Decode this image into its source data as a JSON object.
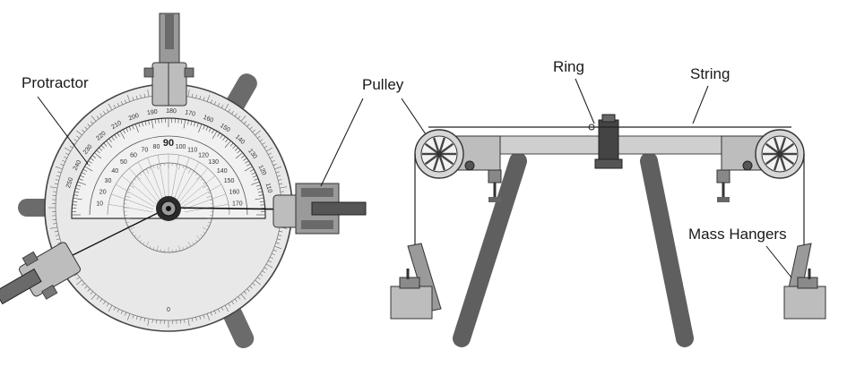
{
  "labels": {
    "protractor": "Protractor",
    "pulley": "Pulley",
    "ring": "Ring",
    "string": "String",
    "mass_hangers": "Mass Hangers"
  },
  "dial": {
    "inner_center": "90",
    "outer_bottom": "0",
    "outer_ticks": [
      "250",
      "240",
      "230",
      "220",
      "210",
      "200",
      "190",
      "180",
      "170",
      "160",
      "150",
      "140",
      "130",
      "120",
      "110"
    ],
    "inner_ticks": [
      "10",
      "20",
      "30",
      "40",
      "50",
      "60",
      "70",
      "80",
      "100",
      "110",
      "120",
      "130",
      "140",
      "150",
      "160",
      "170"
    ]
  },
  "colors": {
    "metal_dark": "#555555",
    "metal_mid": "#8a8a8a",
    "metal_light": "#cfcfcf",
    "dial_face": "#e6e6e6",
    "line": "#222222"
  }
}
